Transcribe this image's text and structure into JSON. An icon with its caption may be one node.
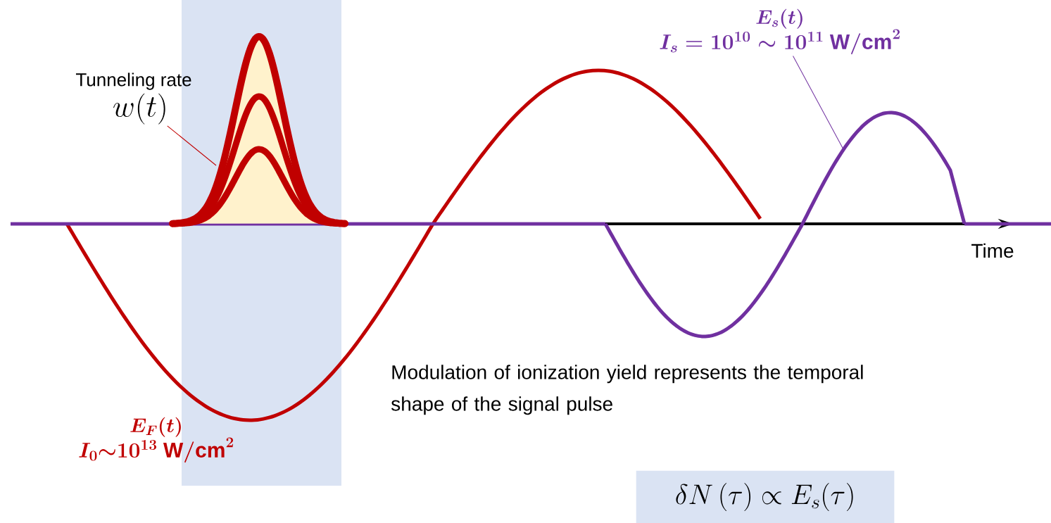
{
  "diagram": {
    "nodes": [
      {
        "text": [
          "Tunneling rate",
          "w(t)"
        ]
      },
      {
        "text": [],
        "shape": "picture"
      },
      {
        "text": [
          "E_s(t)",
          "I_s = 10^{10} \\sim 10^{11}\\ \\mathrm{W/cm}^2"
        ]
      },
      {
        "text": [],
        "shape": "picture"
      },
      {
        "text": [
          "\\delta N\\,(\\tau) \\propto E_s(\\tau)"
        ]
      }
    ],
    "edges": [
      {
        "from": 0,
        "to": 1,
        "arrow": "none",
        "color": "#c00000"
      },
      {
        "from": 2,
        "to": 3,
        "arrow": "none",
        "color": "#7030a0"
      }
    ],
    "labels": [
      "Time",
      "Modulation of ionization yield represents the temporal shape of the signal pulse",
      "E_F(t)",
      "I_0{\\sim}10^{13}\\ \\mathrm{W/cm}^2"
    ]
  }
}
